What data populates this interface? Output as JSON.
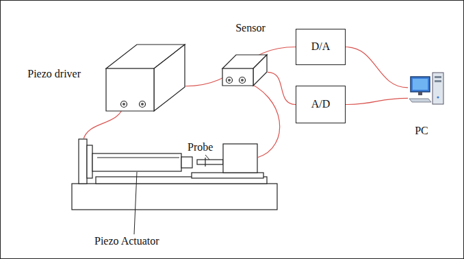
{
  "diagram": {
    "nodes": [
      {
        "text": [
          "Piezo driver"
        ]
      },
      {
        "text": [
          "Sensor"
        ]
      },
      {
        "text": [
          "D/A"
        ]
      },
      {
        "text": [
          "A/D"
        ]
      },
      {
        "text": [
          "PC"
        ]
      }
    ],
    "edges": [
      {
        "from": 0,
        "to": 2,
        "arrow": "none"
      },
      {
        "from": 2,
        "to": 4,
        "arrow": "none"
      },
      {
        "from": 1,
        "to": 3,
        "arrow": "none"
      },
      {
        "from": 3,
        "to": 4,
        "arrow": "none"
      }
    ],
    "labels": [
      "Probe",
      "Piezo Actuator"
    ]
  }
}
